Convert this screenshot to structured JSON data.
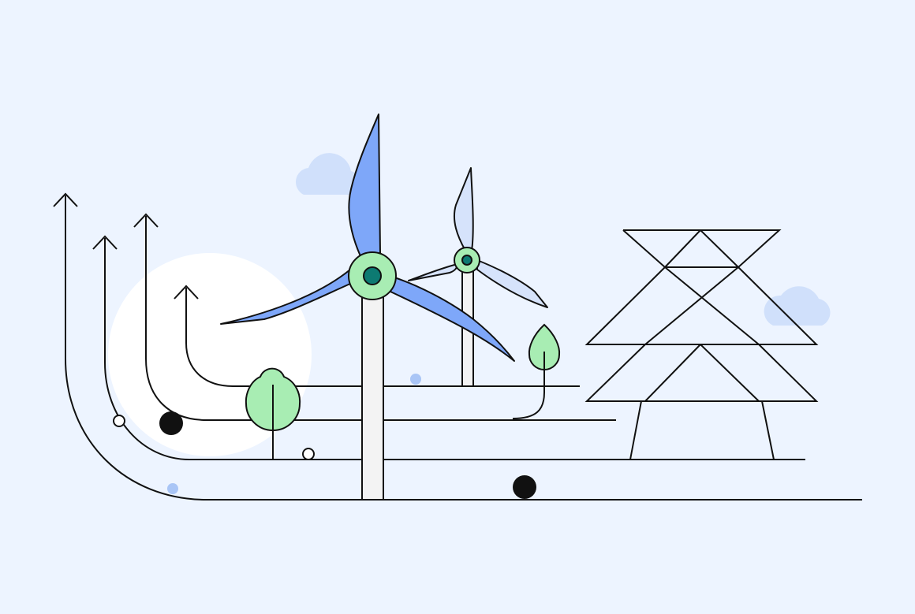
{
  "illustration": {
    "subject": "wind-energy-growth",
    "elements": [
      "growth-arrows",
      "wind-turbine-large",
      "wind-turbine-small",
      "transmission-tower",
      "trees",
      "clouds",
      "sun-disc"
    ]
  },
  "colors": {
    "background": "#EDF4FF",
    "sun": "#FFFFFF",
    "cloud": "#D0E0FB",
    "blade_front": "#7EA7F9",
    "blade_back": "#D6E3FB",
    "hub_ring": "#A8EDB3",
    "hub_core": "#0D7A72",
    "tree_fill": "#A8EDB3",
    "mast": "#F3F3F3",
    "dot_blue": "#A9C5F6",
    "ink": "#111111"
  }
}
